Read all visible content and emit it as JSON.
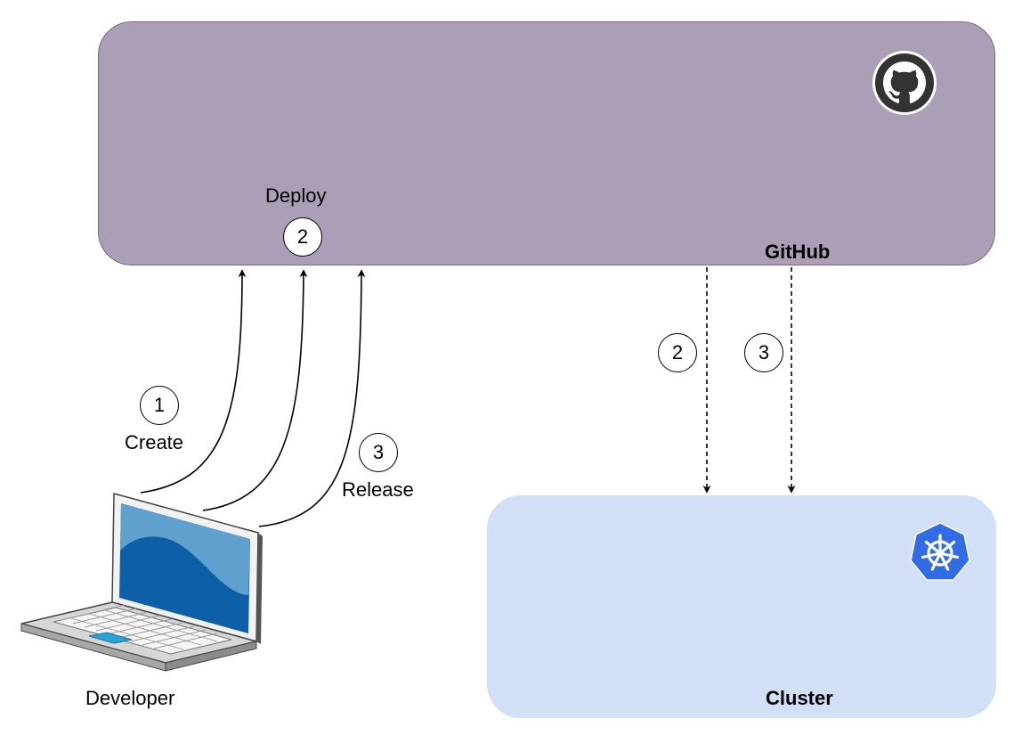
{
  "github": {
    "label": "GitHub",
    "deploy_label": "Deploy",
    "deploy_step": "2",
    "logo_icon": "github-octocat-icon",
    "fill_color": "#ab9fb8"
  },
  "cluster": {
    "label": "Cluster",
    "logo_icon": "kubernetes-helm-wheel-icon",
    "fill_color": "#d1dff7",
    "icon_color": "#326ce5",
    "incoming_steps": [
      "2",
      "3"
    ]
  },
  "developer": {
    "label": "Developer",
    "icon": "laptop-icon"
  },
  "flows": [
    {
      "step": "1",
      "label": "Create"
    },
    {
      "step": "2",
      "label": ""
    },
    {
      "step": "3",
      "label": "Release"
    }
  ]
}
